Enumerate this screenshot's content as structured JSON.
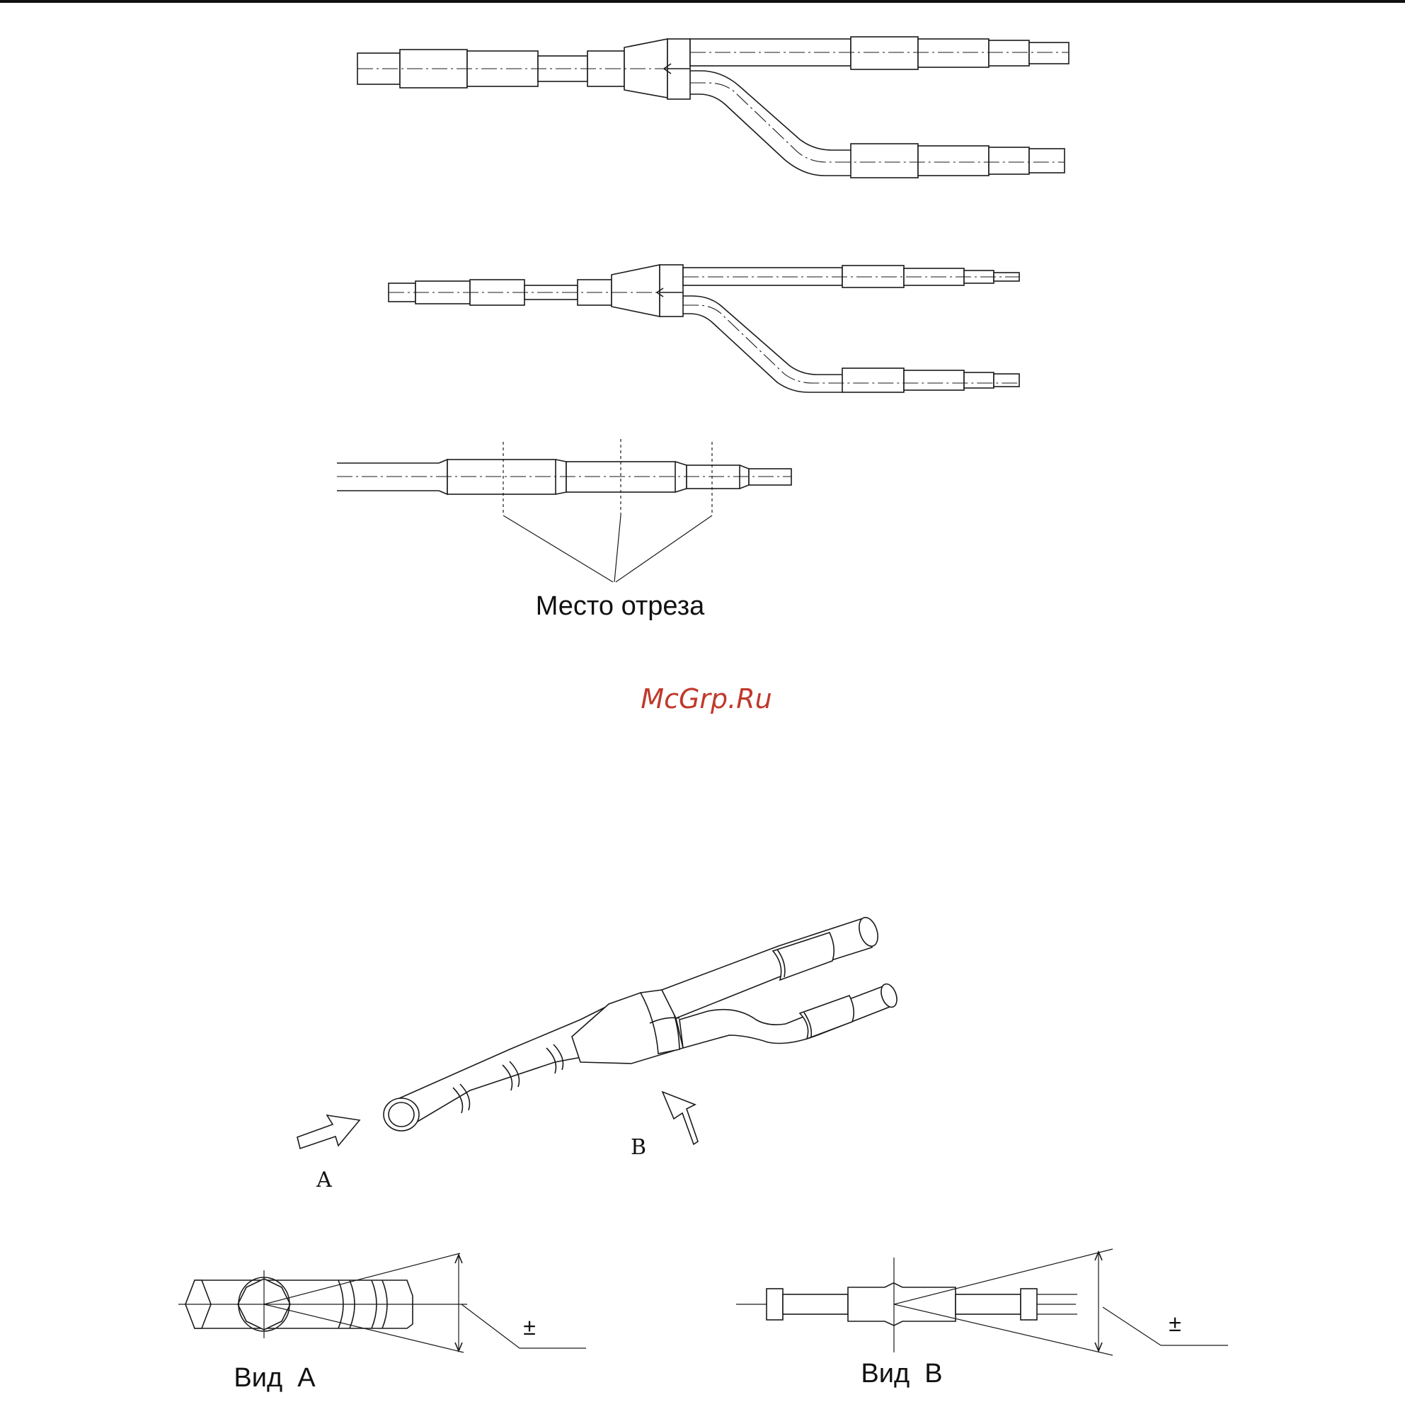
{
  "diagram": {
    "cut_label": "Место отреза",
    "watermark": "McGrp.Ru",
    "arrow_a_label": "A",
    "arrow_b_label": "B",
    "view_a_caption": "Вид  A",
    "view_b_caption": "Вид  B",
    "tolerance_a": "±",
    "tolerance_b": "±"
  },
  "colors": {
    "line": "#1a1a1a",
    "watermark": "#c0392b"
  }
}
